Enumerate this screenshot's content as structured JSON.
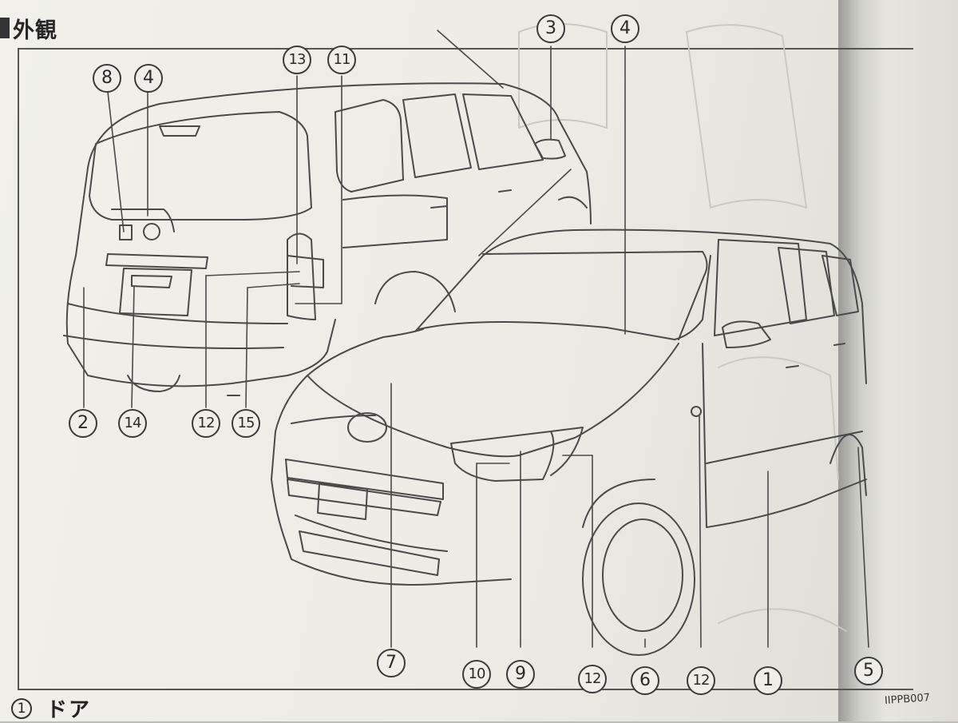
{
  "page": {
    "title": "外観",
    "figure_code": "IIPPB007",
    "first_item_number": "1",
    "first_item_label": "ドア"
  },
  "callouts": [
    {
      "id": "c8",
      "label": "8"
    },
    {
      "id": "c4a",
      "label": "4"
    },
    {
      "id": "c13",
      "label": "13"
    },
    {
      "id": "c11",
      "label": "11"
    },
    {
      "id": "c3",
      "label": "3"
    },
    {
      "id": "c4b",
      "label": "4"
    },
    {
      "id": "c2",
      "label": "2"
    },
    {
      "id": "c14",
      "label": "14"
    },
    {
      "id": "c12a",
      "label": "12"
    },
    {
      "id": "c15",
      "label": "15"
    },
    {
      "id": "c7",
      "label": "7"
    },
    {
      "id": "c10",
      "label": "10"
    },
    {
      "id": "c9",
      "label": "9"
    },
    {
      "id": "c12b",
      "label": "12"
    },
    {
      "id": "c6",
      "label": "6"
    },
    {
      "id": "c12c",
      "label": "12"
    },
    {
      "id": "c1",
      "label": "1"
    },
    {
      "id": "c5",
      "label": "5"
    }
  ]
}
